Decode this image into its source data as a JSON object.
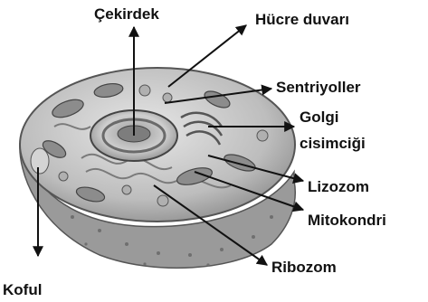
{
  "diagram": {
    "labels": {
      "nucleus": "Çekirdek",
      "cell_wall": "Hücre duvarı",
      "centrioles": "Sentriyoller",
      "golgi_line1": "Golgi",
      "golgi_line2": "cisimciği",
      "lysosome": "Lizozom",
      "mitochondria": "Mitokondri",
      "ribosome": "Ribozom",
      "vacuole": "Koful"
    },
    "colors": {
      "ink": "#111111",
      "cytoplasm": "#c9c9c9",
      "membrane": "#8a8a8a",
      "nucleus": "#a8a8a8"
    }
  }
}
